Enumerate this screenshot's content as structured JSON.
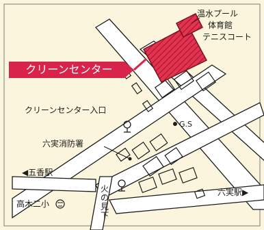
{
  "colors": {
    "background": "#fbf5dd",
    "road": "#ffffff",
    "road_outline": "#1b1b1b",
    "accent": "#d8234a",
    "badge_text": "#ffffff"
  },
  "labels": {
    "facility_block": "温水プール",
    "facility_block_2": "体育館",
    "facility_block_3": "テニスコート",
    "center_badge": "クリーンセンター",
    "entrance": "クリーンセンター入口",
    "gas_station": "G.S",
    "fire_station": "六実消防署",
    "goka_station": "◀五香駅",
    "mutsumi_station": "六実駅▶",
    "school": "高木二小",
    "mikaeshita": "火の見下"
  },
  "icons": {
    "bus_stop": "bus-stop-icon",
    "gas_dot": "gas-station-dot-icon",
    "school": "school-icon"
  }
}
